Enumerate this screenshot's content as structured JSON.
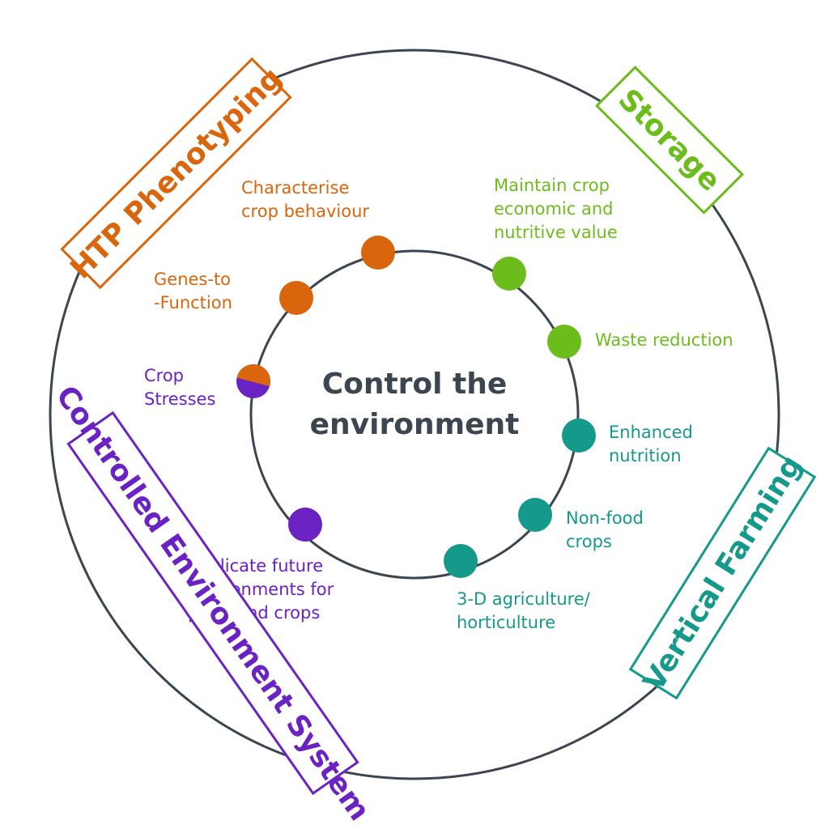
{
  "center": {
    "line1": "Control the",
    "line2": "environment"
  },
  "categories": [
    {
      "id": "htp",
      "label": "HTP Phenotyping",
      "color": "#d9650c"
    },
    {
      "id": "storage",
      "label": "Storage",
      "color": "#6cbd1c"
    },
    {
      "id": "vertical",
      "label": "Vertical Farming",
      "color": "#14998b"
    },
    {
      "id": "ces",
      "label": "Controlled Environment System",
      "color": "#6a22c2"
    }
  ],
  "items": [
    {
      "lines": [
        "Characterise",
        "crop behaviour"
      ],
      "category": "htp"
    },
    {
      "lines": [
        "Genes-to",
        "-Function"
      ],
      "category": "htp"
    },
    {
      "lines": [
        "Crop",
        "Stresses"
      ],
      "category": "htp and ces"
    },
    {
      "lines": [
        "Maintain crop",
        "economic and",
        "nutritive value"
      ],
      "category": "storage"
    },
    {
      "lines": [
        "Waste reduction"
      ],
      "category": "storage"
    },
    {
      "lines": [
        "Enhanced",
        "nutrition"
      ],
      "category": "vertical"
    },
    {
      "lines": [
        "Non-food",
        "crops"
      ],
      "category": "vertical"
    },
    {
      "lines": [
        "3-D agriculture/",
        "horticulture"
      ],
      "category": "vertical"
    },
    {
      "lines": [
        "Replicate future",
        "environments for",
        "plant and crops"
      ],
      "category": "ces"
    }
  ]
}
